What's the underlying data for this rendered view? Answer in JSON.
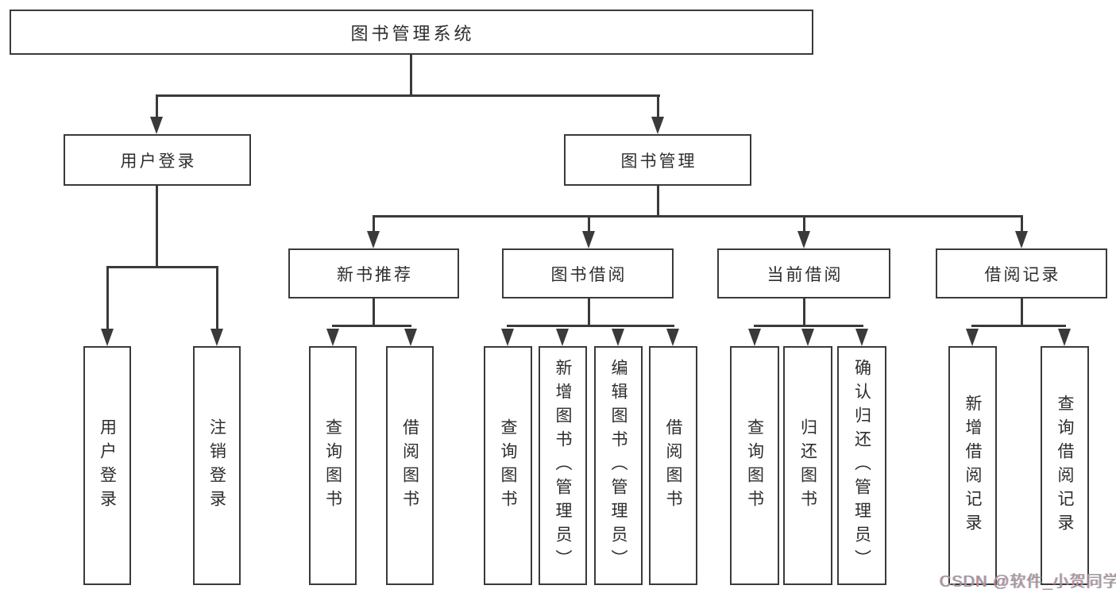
{
  "diagram_title": "图书管理系统",
  "nodes": {
    "root": "图书管理系统",
    "level2": {
      "user_login": "用户登录",
      "book_management": "图书管理"
    },
    "level3": {
      "new_book_recommend": "新书推荐",
      "book_borrow": "图书借阅",
      "current_borrow": "当前借阅",
      "borrow_record": "借阅记录"
    },
    "leaves": {
      "user_login": [
        "用户登录",
        "注销登录"
      ],
      "new_book_recommend": [
        "查询图书",
        "借阅图书"
      ],
      "book_borrow": [
        "查询图书",
        "新增图书（管理员）",
        "编辑图书（管理员）",
        "借阅图书"
      ],
      "current_borrow": [
        "查询图书",
        "归还图书",
        "确认归还（管理员）"
      ],
      "borrow_record": [
        "新增借阅记录",
        "查询借阅记录"
      ]
    }
  },
  "watermark": "CSDN @软件_小贺同学",
  "colors": {
    "line": "#3a3a3a",
    "text": "#2d2d2d",
    "background": "#ffffff",
    "watermark": "#9a9a9a"
  }
}
